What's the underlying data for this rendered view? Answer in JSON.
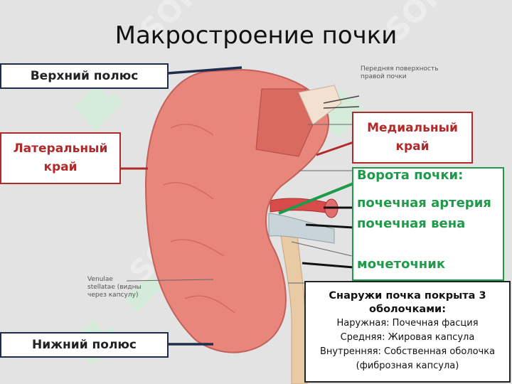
{
  "title": "Макростроение почки",
  "labels": {
    "upper_pole": "Верхний полюс",
    "lower_pole": "Нижний полюс",
    "lateral_edge": "Латеральный край",
    "medial_edge": "Медиальный край",
    "hilum_title": "Ворота почки:",
    "artery": "почечная артерия",
    "vein": "почечная вена",
    "ureter": "мочеточник"
  },
  "figure_text": {
    "anterior_surface_1": "Передняя поверхность",
    "anterior_surface_2": "правой почки",
    "venulae_1": "Venulae",
    "venulae_2": "stellatae (видны",
    "venulae_3": "через капсулу)"
  },
  "note": {
    "heading": "Снаружи почка покрыта 3 оболочками:",
    "outer": "Наружная: Почечная фасция",
    "middle": "Средняя: Жировая капсула",
    "inner": "Внутренняя: Собственная оболочка (фиброзная капсула)"
  },
  "watermark": "SOFT",
  "colors": {
    "background": "#e3e3e3",
    "kidney": "#e8867c",
    "blue_border": "#1f2d4d",
    "red_accent": "#b02a2a",
    "green_accent": "#1e9a4a"
  }
}
